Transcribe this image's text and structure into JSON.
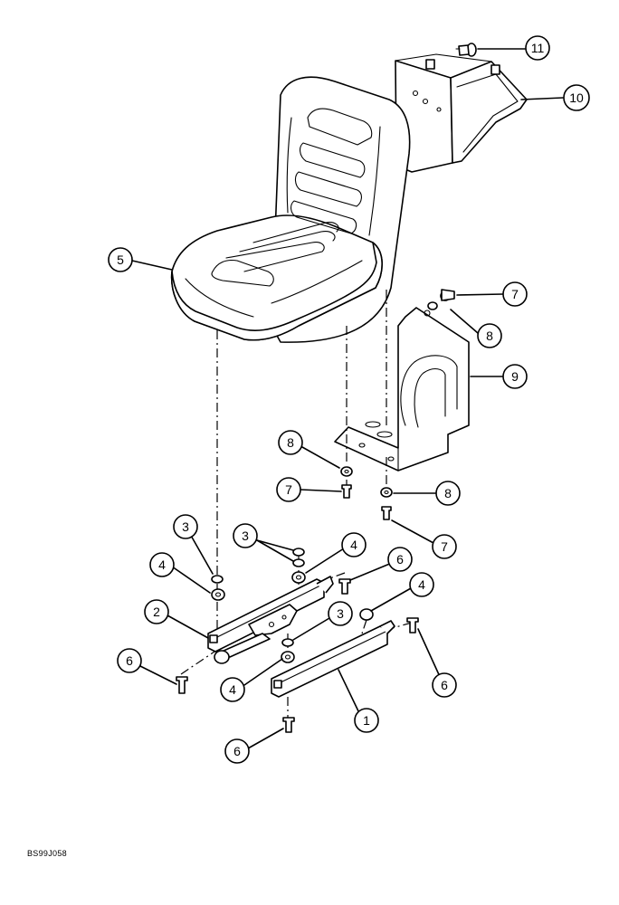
{
  "diagram_code": "BS99J058",
  "callouts": [
    {
      "label": "1"
    },
    {
      "label": "2"
    },
    {
      "label": "3"
    },
    {
      "label": "3"
    },
    {
      "label": "3"
    },
    {
      "label": "4"
    },
    {
      "label": "4"
    },
    {
      "label": "4"
    },
    {
      "label": "4"
    },
    {
      "label": "5"
    },
    {
      "label": "6"
    },
    {
      "label": "6"
    },
    {
      "label": "6"
    },
    {
      "label": "6"
    },
    {
      "label": "7"
    },
    {
      "label": "7"
    },
    {
      "label": "7"
    },
    {
      "label": "8"
    },
    {
      "label": "8"
    },
    {
      "label": "8"
    },
    {
      "label": "9"
    },
    {
      "label": "10"
    },
    {
      "label": "11"
    }
  ]
}
